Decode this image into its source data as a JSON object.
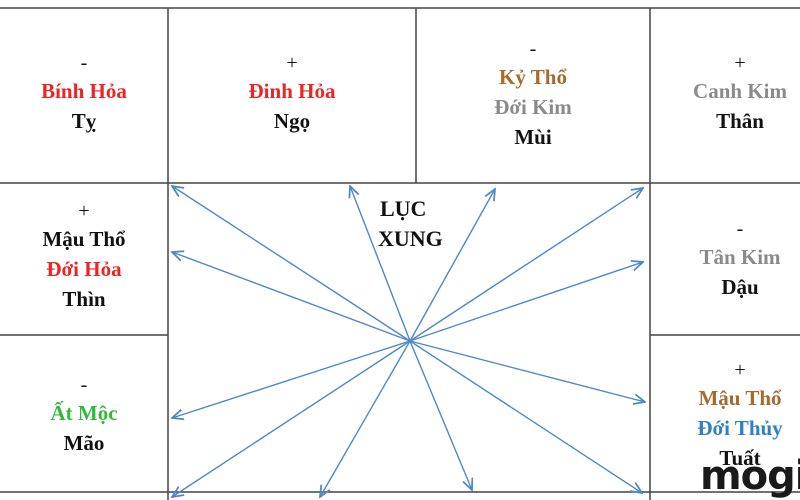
{
  "colors": {
    "fire": "#ee2424",
    "earth": "#a66a2c",
    "metal": "#8a8a8a",
    "wood": "#34b83a",
    "water": "#2e7fc9",
    "plain": "#111111",
    "grid": "#444444",
    "arrow": "#4f88c6"
  },
  "cells": {
    "ty": {
      "sign": "-",
      "stem": "Bính Hỏa",
      "branch": "Tỵ"
    },
    "ngo": {
      "sign": "+",
      "stem": "Đinh Hỏa",
      "branch": "Ngọ"
    },
    "mui": {
      "sign": "-",
      "stem": "Kỷ Thổ",
      "sub": "Đới Kim",
      "branch": "Mùi"
    },
    "than": {
      "sign": "+",
      "stem": "Canh Kim",
      "branch": "Thân"
    },
    "thin": {
      "sign": "+",
      "stem": "Mậu Thổ",
      "sub": "Đới Hỏa",
      "branch": "Thìn"
    },
    "dau": {
      "sign": "-",
      "stem": "Tân Kim",
      "branch": "Dậu"
    },
    "mao": {
      "sign": "-",
      "stem": "Ất Mộc",
      "branch": "Mão"
    },
    "tuat": {
      "sign": "+",
      "stem": "Mậu Thổ",
      "sub": "Đới Thủy",
      "branch": "Tuất"
    }
  },
  "center": {
    "line1": "LỤC",
    "line2": "XUNG"
  },
  "logo": "mogi"
}
